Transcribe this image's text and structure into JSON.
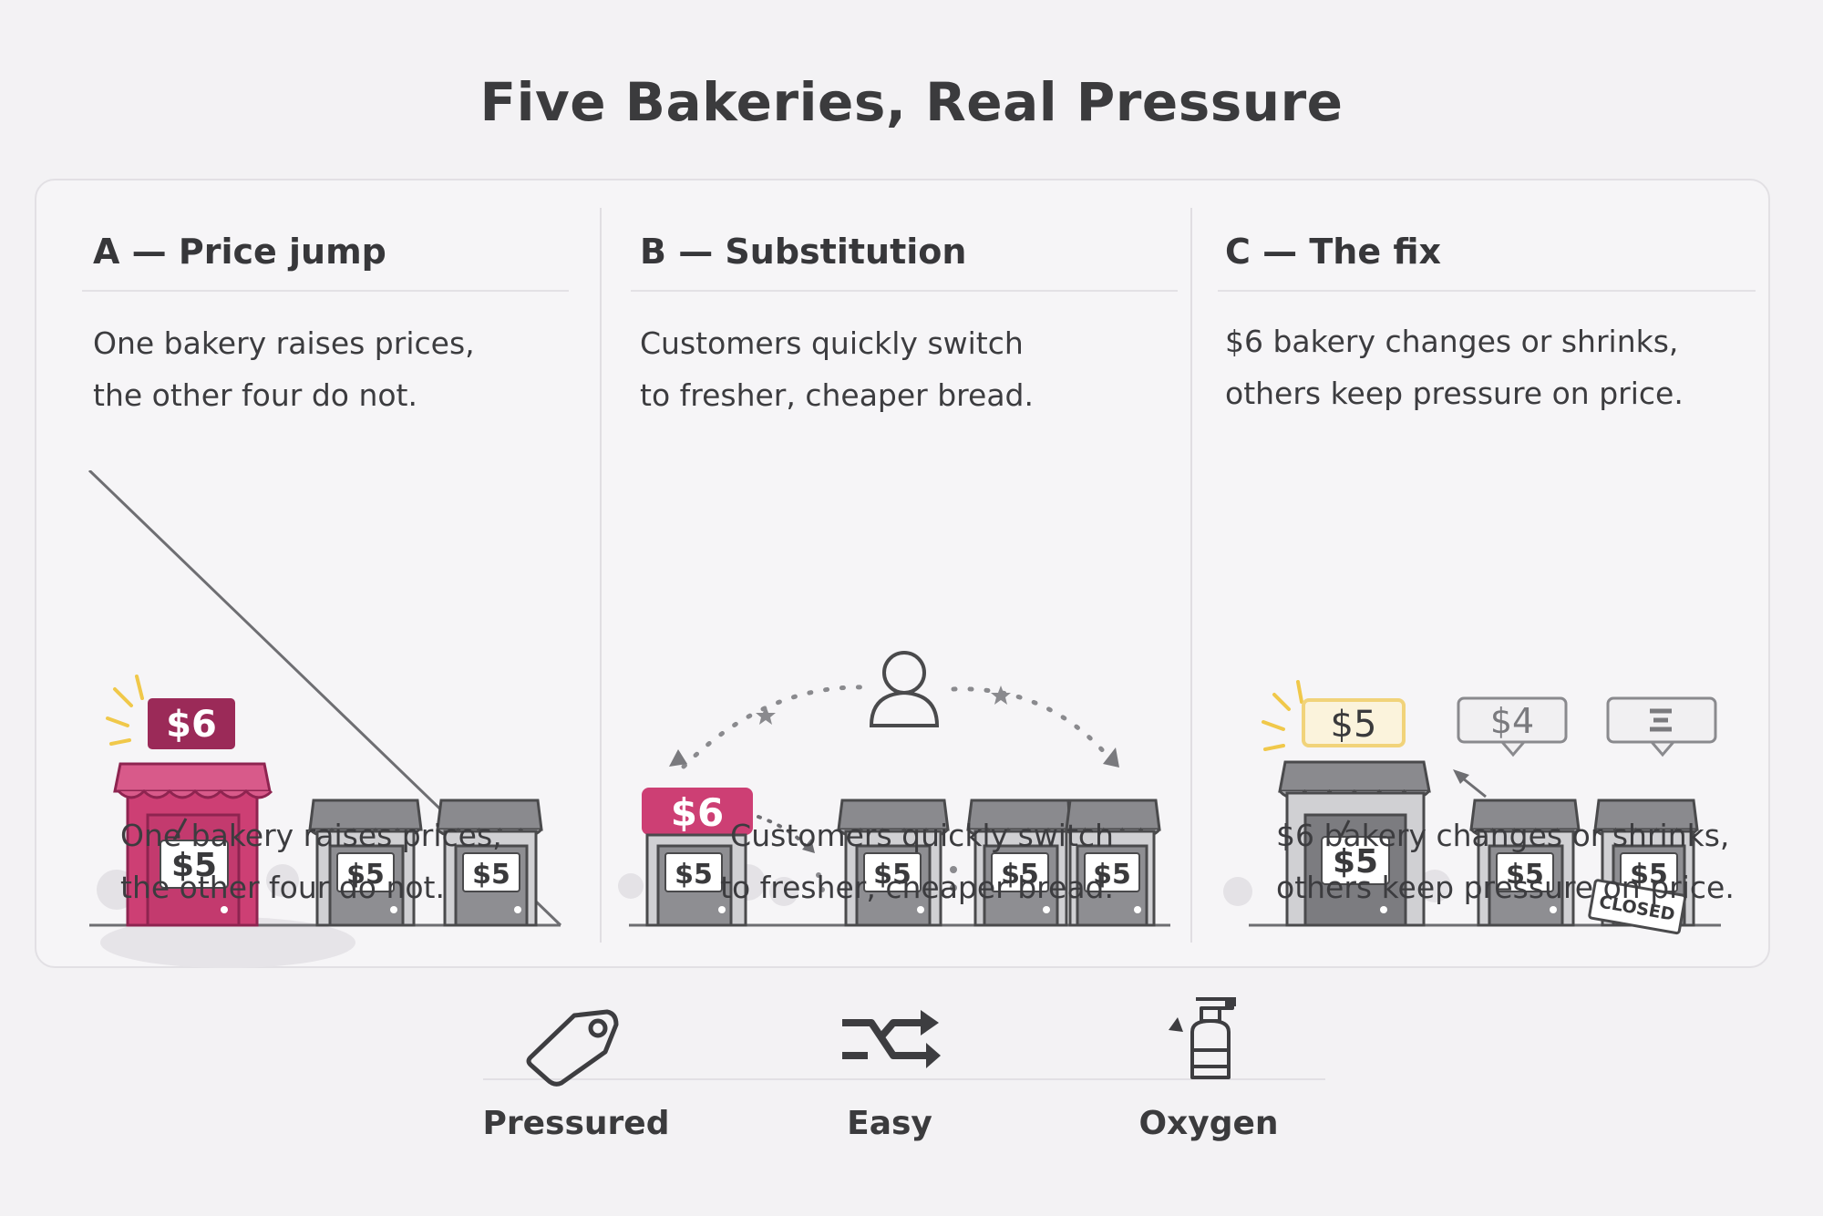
{
  "title": "Five Bakeries, Real Pressure",
  "colors": {
    "accent": "#c33a6e",
    "accent_dark": "#8e2450",
    "shop_gray": "#7c7c80",
    "highlight": "#f1d37a"
  },
  "panels": [
    {
      "title": "A — Price jump",
      "intro": "One bakery raises prices,\nthe other four do not.",
      "caption": "One bakery raises prices,\nthe other four do not.",
      "tags": {
        "raised": "$6",
        "door": "$5",
        "other": "$5"
      }
    },
    {
      "title": "B — Substitution",
      "intro": "Customers quickly switch\nto fresher, cheaper bread.",
      "caption": "Customers quickly switch\nto fresher, cheaper bread.",
      "tags": {
        "raised": "$6",
        "door": "$5"
      },
      "icons": [
        "customer-icon"
      ]
    },
    {
      "title": "C — The fix",
      "intro": "$6 bakery changes or shrinks,\nothers keep pressure on price.",
      "caption": "$6 bakery changes or shrinks,\nothers keep pressure on price.",
      "tags": {
        "new_price": "$5",
        "competitor_price": "$4",
        "door": "$5",
        "closed": "CLOSED"
      }
    }
  ],
  "legend": [
    {
      "label": "Pressured",
      "icon": "price-tag-icon"
    },
    {
      "label": "Easy",
      "icon": "swap-arrows-icon"
    },
    {
      "label": "Oxygen",
      "icon": "spray-bottle-icon"
    }
  ]
}
